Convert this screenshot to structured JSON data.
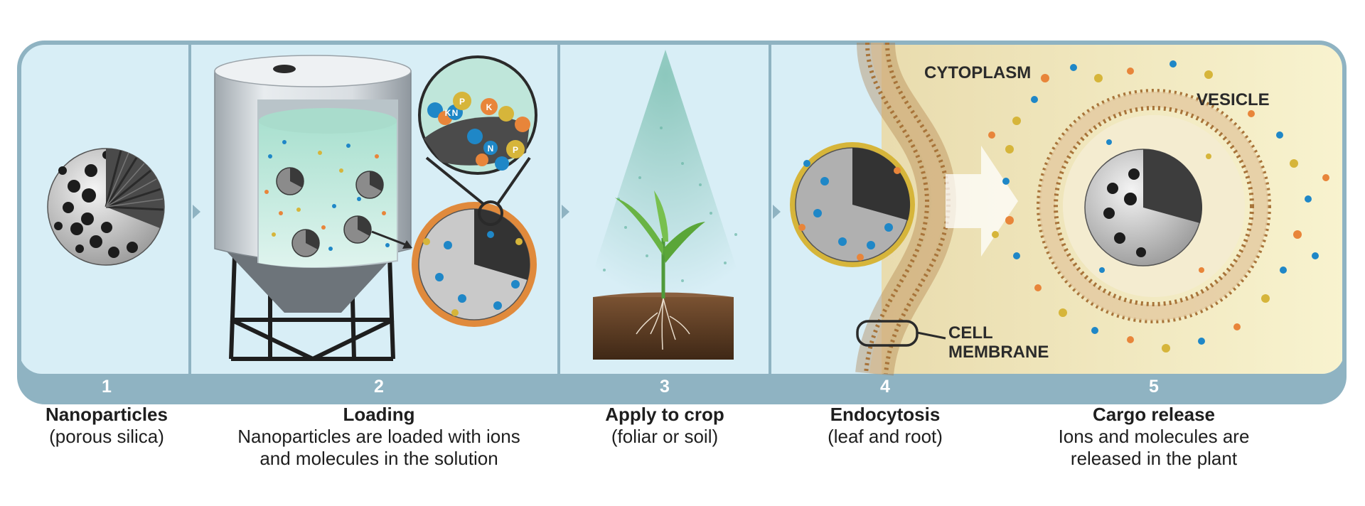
{
  "steps": [
    {
      "number": "1",
      "title": "Nanoparticles",
      "desc_lines": [
        "(porous silica)"
      ]
    },
    {
      "number": "2",
      "title": "Loading",
      "desc_lines": [
        "Nanoparticles are loaded with ions",
        "and molecules in the solution"
      ]
    },
    {
      "number": "3",
      "title": "Apply to crop",
      "desc_lines": [
        "(foliar or soil)"
      ]
    },
    {
      "number": "4",
      "title": "Endocytosis",
      "desc_lines": [
        "(leaf and root)"
      ]
    },
    {
      "number": "5",
      "title": "Cargo release",
      "desc_lines": [
        "Ions and molecules are",
        "released in the plant"
      ]
    }
  ],
  "labels": {
    "cytoplasm": "CYTOPLASM",
    "vesicle": "VESICLE",
    "cell_membrane_line1": "CELL",
    "cell_membrane_line2": "MEMBRANE"
  },
  "ion_letters": [
    "K",
    "P",
    "N",
    "K",
    "N",
    "P"
  ],
  "colors": {
    "panel_bg": "#d8eef6",
    "frame": "#8fb3c2",
    "cytoplasm": "#efe6bf",
    "membrane": "#a8743a",
    "ion_blue": "#1f87c7",
    "ion_orange": "#e8853a",
    "ion_gold": "#d6b53a",
    "solution": "#bfe6da",
    "soil": "#5a3a22"
  }
}
